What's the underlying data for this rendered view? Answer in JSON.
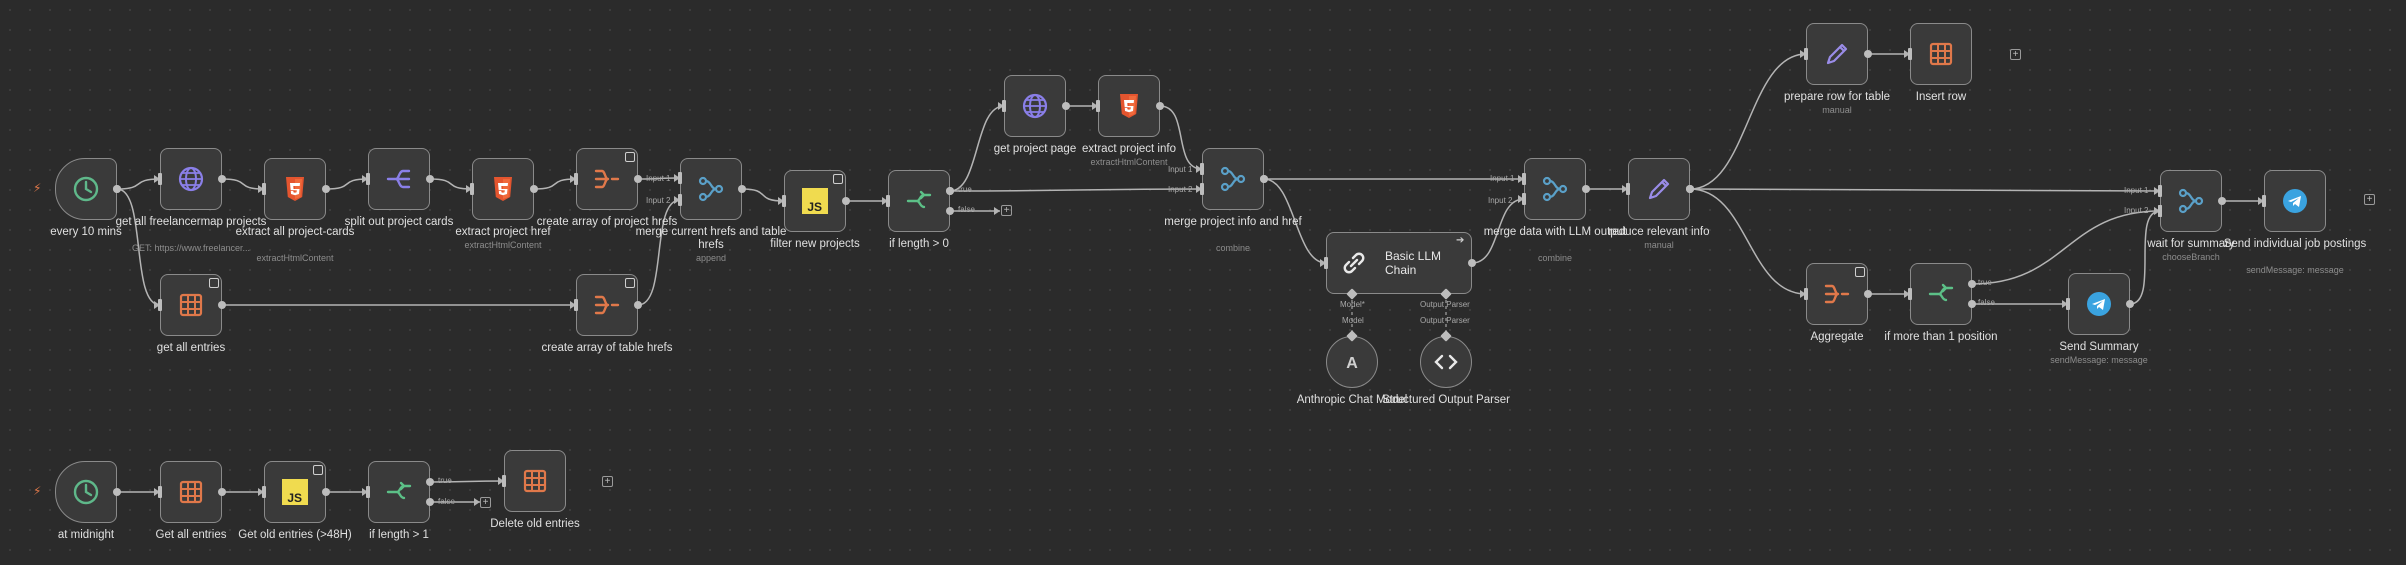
{
  "colors": {
    "background": "#2b2b2b",
    "node_bg": "#3a3a3a",
    "node_border": "#8a8a8a",
    "edge": "#b4b4b4",
    "trigger_bolt": "#e0784a",
    "clock_green": "#5fb88a",
    "globe_purple": "#8a7fe8",
    "html_orange": "#e4552f",
    "split_purple": "#8a7fe8",
    "aggregate_orange": "#e0784a",
    "merge_blue": "#5aa0c8",
    "js_yellow": "#f0db4f",
    "if_green": "#5cc087",
    "pencil_purple": "#9a8ce8",
    "table_orange": "#e0784a",
    "telegram_blue": "#3aa3e0"
  },
  "nodes": [
    {
      "id": "every10",
      "label": "every 10 mins",
      "sublabel": "",
      "icon": "clock-icon",
      "type": "trigger"
    },
    {
      "id": "getfreelancer",
      "label": "get all freelancermap projects",
      "sublabel": "GET: https://www.freelancer...",
      "icon": "globe-icon"
    },
    {
      "id": "extractcards",
      "label": "extract all project-cards",
      "sublabel": "extractHtmlContent",
      "icon": "html5-icon"
    },
    {
      "id": "splitout",
      "label": "split out project cards",
      "sublabel": "",
      "icon": "split-icon"
    },
    {
      "id": "extracthref",
      "label": "extract project href",
      "sublabel": "extractHtmlContent",
      "icon": "html5-icon"
    },
    {
      "id": "createarrproj",
      "label": "create array of project hrefs",
      "sublabel": "",
      "icon": "aggregate-icon"
    },
    {
      "id": "getallentries",
      "label": "get all entries",
      "sublabel": "",
      "icon": "table-icon"
    },
    {
      "id": "createarrtable",
      "label": "create array of table hrefs",
      "sublabel": "",
      "icon": "aggregate-icon"
    },
    {
      "id": "mergecurrent",
      "label": "merge current hrefs and table hrefs",
      "sublabel": "append",
      "icon": "merge-icon"
    },
    {
      "id": "filternew",
      "label": "filter new projects",
      "sublabel": "",
      "icon": "js-icon"
    },
    {
      "id": "iflength0",
      "label": "if length > 0",
      "sublabel": "",
      "icon": "if-icon"
    },
    {
      "id": "getpage",
      "label": "get project page",
      "sublabel": "",
      "icon": "globe-icon"
    },
    {
      "id": "extractinfo",
      "label": "extract project info",
      "sublabel": "extractHtmlContent",
      "icon": "html5-icon"
    },
    {
      "id": "mergeinfo",
      "label": "merge project info and href",
      "sublabel": "combine",
      "icon": "merge-icon"
    },
    {
      "id": "llmchain",
      "label": "Basic LLM Chain",
      "sublabel": "",
      "icon": "link-icon",
      "type": "wide"
    },
    {
      "id": "anthropic",
      "label": "Anthropic Chat Model",
      "sublabel": "",
      "icon": "anthropic-icon",
      "type": "sub"
    },
    {
      "id": "parser",
      "label": "Structured Output Parser",
      "sublabel": "",
      "icon": "code-icon",
      "type": "sub"
    },
    {
      "id": "mergellm",
      "label": "merge data with LLM output",
      "sublabel": "combine",
      "icon": "merge-icon"
    },
    {
      "id": "reduce",
      "label": "reduce relevant info",
      "sublabel": "manual",
      "icon": "pencil-icon"
    },
    {
      "id": "preparerow",
      "label": "prepare row for table",
      "sublabel": "manual",
      "icon": "pencil-icon"
    },
    {
      "id": "insertrow",
      "label": "Insert row",
      "sublabel": "",
      "icon": "table-icon"
    },
    {
      "id": "aggregate",
      "label": "Aggregate",
      "sublabel": "",
      "icon": "aggregate-icon"
    },
    {
      "id": "ifmore1",
      "label": "if more than 1 position",
      "sublabel": "",
      "icon": "if-icon"
    },
    {
      "id": "sendsummary",
      "label": "Send Summary",
      "sublabel": "sendMessage: message",
      "icon": "telegram-icon"
    },
    {
      "id": "waitsummary",
      "label": "wait for summary",
      "sublabel": "chooseBranch",
      "icon": "merge-icon"
    },
    {
      "id": "sendindividual",
      "label": "Send individual job postings",
      "sublabel": "sendMessage: message",
      "icon": "telegram-icon"
    },
    {
      "id": "midnight",
      "label": "at midnight",
      "sublabel": "",
      "icon": "clock-icon",
      "type": "trigger"
    },
    {
      "id": "getallentries2",
      "label": "Get all entries",
      "sublabel": "",
      "icon": "table-icon"
    },
    {
      "id": "getold",
      "label": "Get old entries (>48H)",
      "sublabel": "",
      "icon": "js-icon"
    },
    {
      "id": "iflength1",
      "label": "if length > 1",
      "sublabel": "",
      "icon": "if-icon"
    },
    {
      "id": "deleteold",
      "label": "Delete old entries",
      "sublabel": "",
      "icon": "table-icon"
    }
  ],
  "port_labels": {
    "input1": "Input 1",
    "input2": "Input 2",
    "true": "true",
    "false": "false",
    "model": "Model*",
    "output_parser": "Output Parser",
    "model_sub": "Model",
    "output_parser_sub": "Output Parser"
  }
}
